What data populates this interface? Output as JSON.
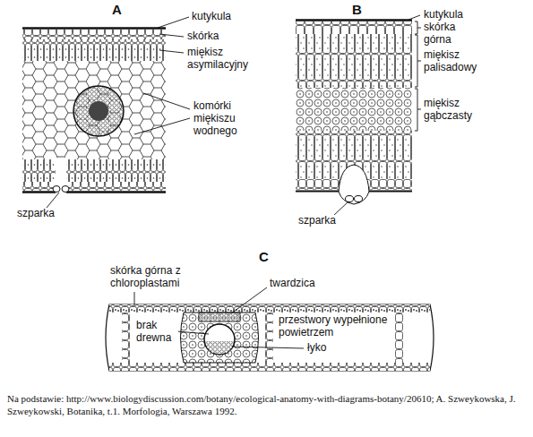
{
  "diagram": {
    "caption": "Na podstawie: http://www.biologydiscussion.com/botany/ecological-anatomy-with-diagrams-botany/20610; A. Szweykowska, J. Szweykowski, Botanika, t.1. Morfologia, Warszawa 1992.",
    "labels": [
      "A",
      "kutykula",
      "skórka",
      "miękisz asymilacyjny",
      "komórki miękiszu wodnego",
      "szparka",
      "B",
      "kutykula",
      "skórka górna",
      "miękisz palisadowy",
      "miękisz gąbczasty",
      "szparka",
      "C",
      "skórka górna z chloroplastami",
      "twardzica",
      "brak drewna",
      "przestwory wypełnione powietrzem",
      "łyko"
    ]
  }
}
